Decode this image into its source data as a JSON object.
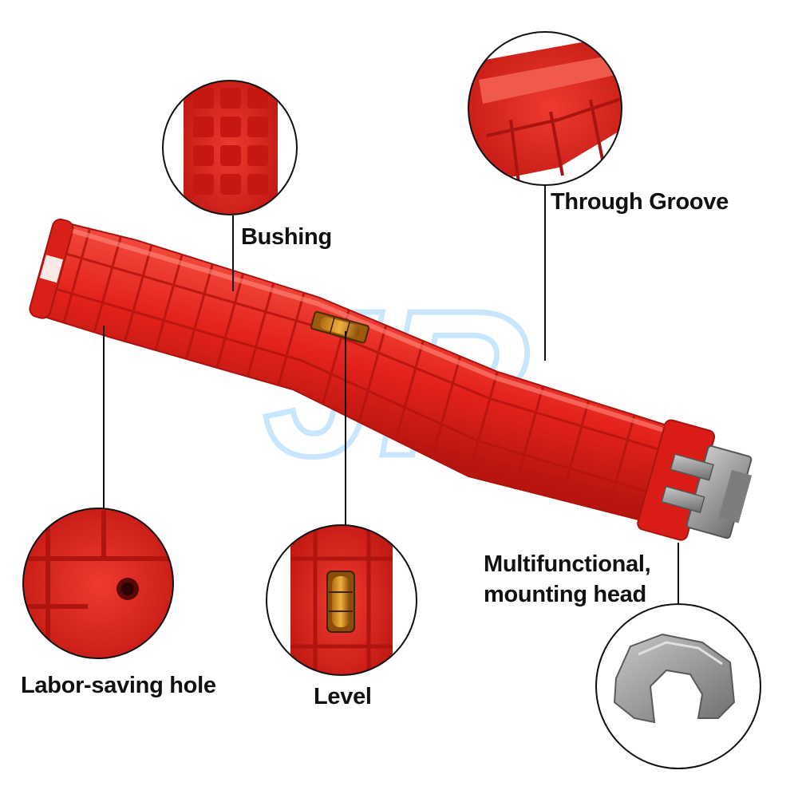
{
  "labels": {
    "bushing": "Bushing",
    "through_groove": "Through Groove",
    "mounting_head_line1": "Multifunctional,",
    "mounting_head_line2": "mounting head",
    "labor_saving_hole": "Labor-saving hole",
    "level": "Level"
  },
  "watermark": "JR",
  "colors": {
    "tool_red": "#e8231e",
    "tool_dark_red": "#b2120e",
    "tool_light_red": "#f3564a",
    "metal": "#9a9a9a",
    "watermark": "#bfe3ff",
    "callout_line": "#111111"
  }
}
